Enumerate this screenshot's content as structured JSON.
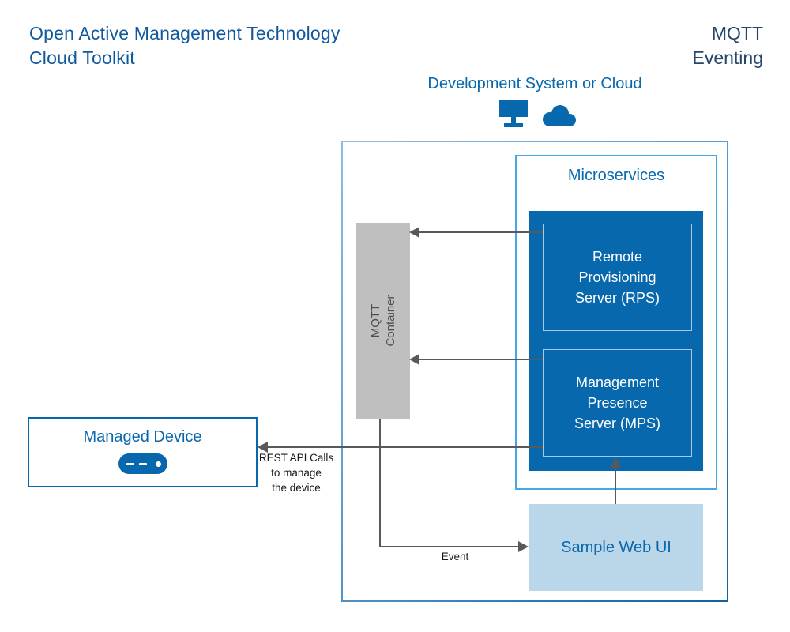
{
  "header": {
    "title": "Open Active Management Technology\nCloud Toolkit",
    "right_title": "MQTT\nEventing"
  },
  "diagram": {
    "dev_system_label": "Development System or Cloud",
    "microservices_label": "Microservices",
    "rps_label": "Remote\nProvisioning\nServer (RPS)",
    "mps_label": "Management\nPresence\nServer (MPS)",
    "mqtt_container_label": "MQTT\nContainer",
    "managed_device_label": "Managed Device",
    "sample_web_ui_label": "Sample Web UI",
    "arrow_labels": {
      "rest_api": "REST API Calls\nto manage\nthe device",
      "event": "Event"
    },
    "icons": [
      "monitor-icon",
      "cloud-icon",
      "managed-device-icon"
    ],
    "colors": {
      "intel_blue": "#0868ae",
      "title_blue": "#10589d",
      "navy_title": "#24466b",
      "microservices_border": "#44a8e9",
      "outer_border_light": "#8cbde4",
      "outer_border_dark": "#11619f",
      "web_ui_fill": "#bad7e9",
      "mqtt_gray_fill": "#bfbfbf",
      "arrow_gray": "#58595b",
      "inner_service_border": "#a5c9e6"
    }
  }
}
